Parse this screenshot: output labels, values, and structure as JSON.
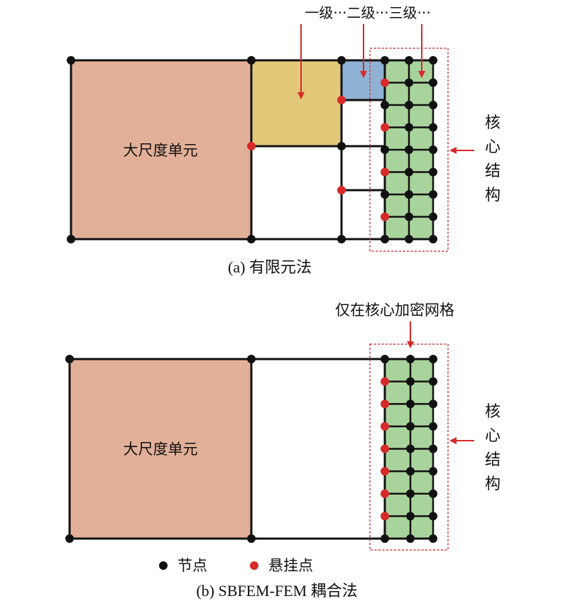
{
  "panel_a": {
    "caption": "(a) 有限元法",
    "element_label": "大尺度单元",
    "levels": {
      "l1": "一级",
      "sep1": "···",
      "l2": "二级",
      "sep2": "···",
      "l3": "三级",
      "sep3": "···"
    },
    "core_label": [
      "核",
      "心",
      "结",
      "构"
    ]
  },
  "panel_b": {
    "caption": "(b) SBFEM-FEM 耦合法",
    "element_label": "大尺度单元",
    "refine_note": "仅在核心加密网格",
    "core_label": [
      "核",
      "心",
      "结",
      "构"
    ]
  },
  "legend": {
    "node": "节点",
    "hanging": "悬挂点"
  },
  "colors": {
    "large_element": "#e2b098",
    "level1": "#e3c87a",
    "level2": "#8eb1d4",
    "core_mesh": "#a9d39c",
    "node": "#111111",
    "hanging_node": "#d62a2a",
    "arrow": "#d62a2a",
    "dashed_box": "#d93a3a"
  }
}
